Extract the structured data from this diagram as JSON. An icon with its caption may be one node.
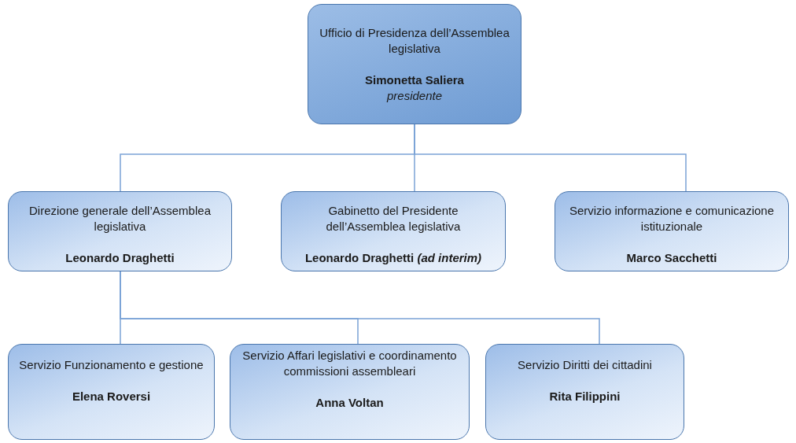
{
  "diagram": {
    "nodes": [
      {
        "text": [
          "Ufficio di Presidenza dell’Assemblea legislativa",
          "Simonetta Saliera",
          "presidente"
        ]
      },
      {
        "text": [
          "Direzione generale dell’Assemblea legislativa",
          "Leonardo Draghetti"
        ]
      },
      {
        "text": [
          "Gabinetto del Presidente dell’Assemblea legislativa",
          "Leonardo Draghetti *(ad interim)*"
        ]
      },
      {
        "text": [
          "Servizio informazione e comunicazione istituzionale",
          "Marco Sacchetti"
        ]
      },
      {
        "text": [
          "Servizio Funzionamento e gestione",
          "Elena Roversi"
        ]
      },
      {
        "text": [
          "Servizio Affari legislativi e coordinamento commissioni assembleari",
          "Anna Voltan"
        ]
      },
      {
        "text": [
          "Servizio Diritti dei cittadini",
          "Rita Filippini"
        ]
      }
    ],
    "edges": [
      {
        "from": 0,
        "to": 1,
        "arrow": "none"
      },
      {
        "from": 0,
        "to": 2,
        "arrow": "none"
      },
      {
        "from": 0,
        "to": 3,
        "arrow": "none"
      },
      {
        "from": 1,
        "to": 4,
        "arrow": "none"
      },
      {
        "from": 1,
        "to": 5,
        "arrow": "none"
      },
      {
        "from": 1,
        "to": 6,
        "arrow": "none"
      }
    ]
  }
}
